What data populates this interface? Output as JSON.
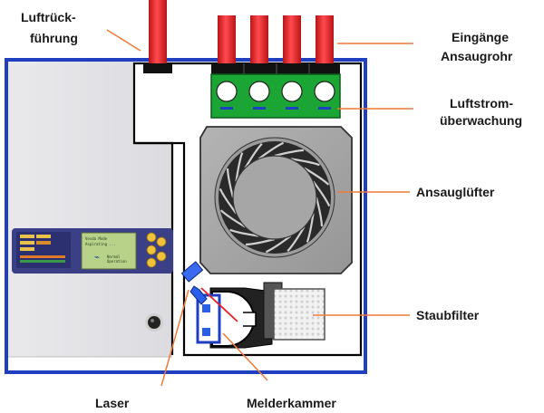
{
  "labels": {
    "air_return_line1": "Luftrück-",
    "air_return_line2": "führung",
    "inlets_line1": "Eingänge",
    "inlets_line2": "Ansaugrohr",
    "airflow_line1": "Luftstrom-",
    "airflow_line2": "überwachung",
    "fan": "Ansauglüfter",
    "dust_filter": "Staubfilter",
    "laser": "Laser",
    "detector_chamber": "Melderkammer"
  },
  "colors": {
    "housing_border": "#1f3fc0",
    "pipe_red": "#e8202a",
    "pointer_orange": "#f07a3a",
    "sensor_green": "#1aa535",
    "fan_housing": "#a6a6a6",
    "laser_blue": "#2a5fe8"
  },
  "icons": {
    "fan": "fan-rotor-icon",
    "laser": "laser-diode-icon",
    "filter": "mesh-filter-icon"
  }
}
